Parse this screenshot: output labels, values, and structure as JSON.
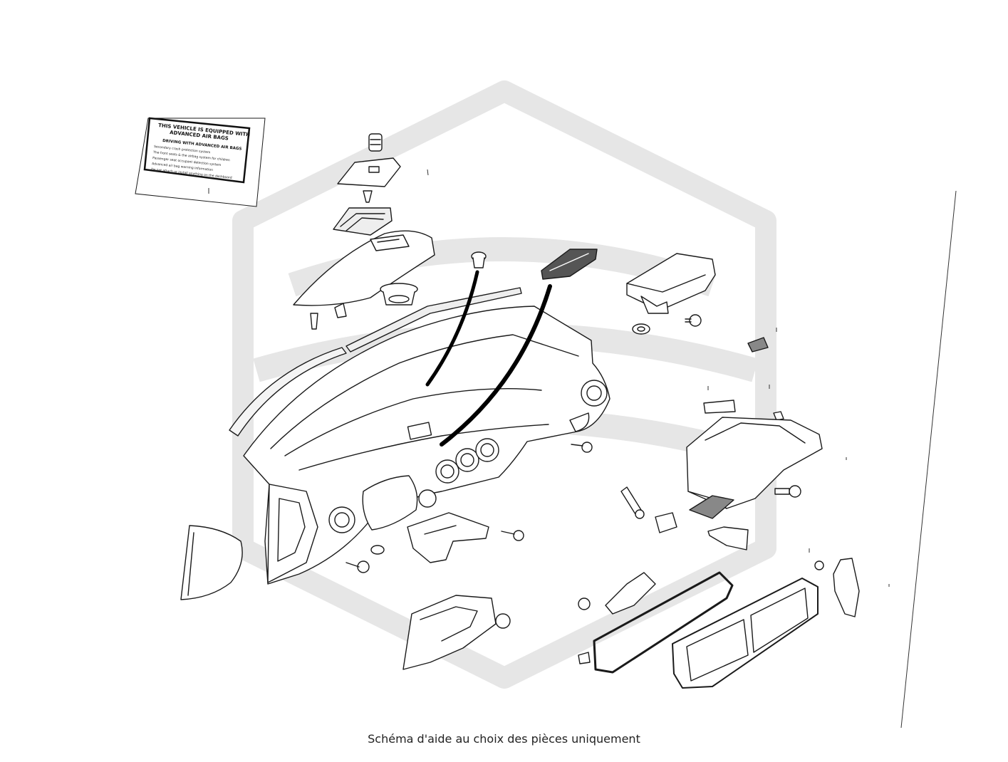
{
  "caption": "Schéma d'aide au choix des pièces uniquement",
  "label": {
    "line1": "THIS VEHICLE IS EQUIPPED WITH",
    "line2": "ADVANCED AIR BAGS",
    "heading": "DRIVING WITH ADVANCED AIR BAGS",
    "bullets": [
      "Secondary crash protection system",
      "The front seats & the airbag system for children",
      "Passenger seat occupant detection system",
      "Advanced air bag warning information",
      "Do not attach or install anything on the dashboard"
    ]
  },
  "colors": {
    "line": "#1a1a1a",
    "watermark": "#e6e6e6",
    "fill": "#ffffff"
  }
}
